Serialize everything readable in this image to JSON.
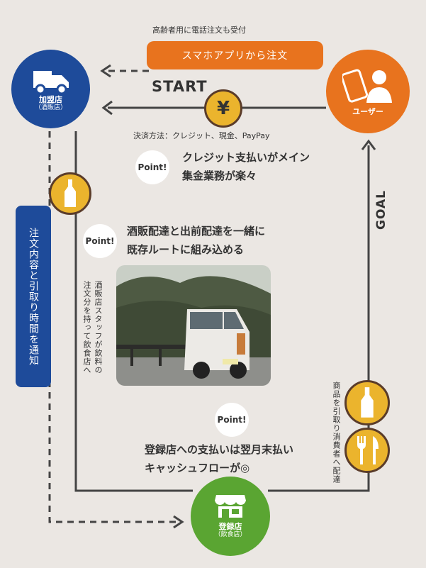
{
  "top_note": "高齢者用に電話注文も受付",
  "order_banner": "スマホアプリから注文",
  "start_label": "START",
  "goal_label": "GOAL",
  "yen_symbol": "¥",
  "payment_methods": "決済方法：クレジット、現金、PayPay",
  "partner_store": {
    "label": "加盟店",
    "sub": "（酒販店）"
  },
  "user_node": {
    "label": "ユーザー"
  },
  "restaurant": {
    "label": "登録店",
    "sub": "（飲食店）"
  },
  "notify_banner": "注文内容と引取り時間を通知",
  "staff_note": [
    "酒販店スタッフが飲料の",
    "注文分を持って飲食店へ"
  ],
  "pickup_note": "商品を引取り消費者へ配達",
  "points": [
    {
      "badge": "Point!",
      "lines": [
        "クレジット支払いがメイン",
        "集金業務が楽々"
      ]
    },
    {
      "badge": "Point!",
      "lines": [
        "酒販配達と出前配達を一緒に",
        "既存ルートに組み込める"
      ]
    },
    {
      "badge": "Point!",
      "lines": [
        "登録店への支払いは翌月末払い",
        "キャッシュフローが◎"
      ]
    }
  ],
  "colors": {
    "blue": "#1e4b9a",
    "orange": "#e8731e",
    "green": "#5aa532",
    "yellow": "#ebb42d",
    "brown": "#5a3c2a",
    "bg": "#ebe7e3"
  }
}
